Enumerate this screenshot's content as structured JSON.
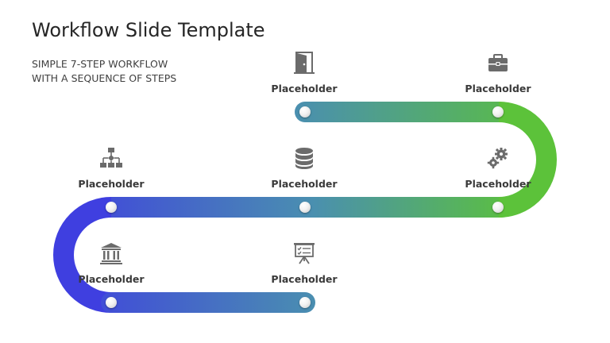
{
  "slide": {
    "title": "Workflow Slide Template",
    "subtitle_line1": "SIMPLE 7-STEP WORKFLOW",
    "subtitle_line2": "WITH A SEQUENCE OF STEPS"
  },
  "colors": {
    "track_start": "#3f3fe0",
    "track_mid": "#4a8fb0",
    "track_end": "#5cc23a",
    "icon": "#6b6b6b",
    "label": "#3a3a3a"
  },
  "steps": [
    {
      "label": "Placeholder",
      "icon": "door-icon"
    },
    {
      "label": "Placeholder",
      "icon": "briefcase-icon"
    },
    {
      "label": "Placeholder",
      "icon": "flowchart-icon"
    },
    {
      "label": "Placeholder",
      "icon": "database-icon"
    },
    {
      "label": "Placeholder",
      "icon": "gears-icon"
    },
    {
      "label": "Placeholder",
      "icon": "bank-icon"
    },
    {
      "label": "Placeholder",
      "icon": "presentation-board-icon"
    }
  ]
}
